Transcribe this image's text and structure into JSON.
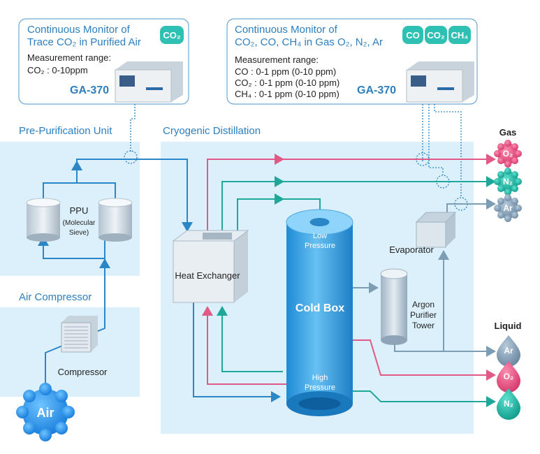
{
  "monitor_left": {
    "title_line1": "Continuous Monitor of",
    "title_line2": "Trace CO₂ in Purified Air",
    "badge": "CO₂",
    "range_label": "Measurement range:",
    "range_line": "CO₂ :  0-10ppm",
    "model": "GA-370"
  },
  "monitor_right": {
    "title_line1": "Continuous Monitor of",
    "title_line2": "CO₂, CO, CH₄ in Gas O₂, N₂, Ar",
    "badges": [
      "CO",
      "CO₂",
      "CH₄"
    ],
    "range_label": "Measurement range:",
    "range_lines": [
      "CO :  0-1 ppm (0-10 ppm)",
      "CO₂ :  0-1 ppm (0-10 ppm)",
      "CH₄ :  0-1 ppm (0-10 ppm)"
    ],
    "model": "GA-370"
  },
  "sections": {
    "pre_purification": "Pre-Purification Unit",
    "cryogenic": "Cryogenic Distillation",
    "air_compressor": "Air Compressor"
  },
  "components": {
    "ppu_line1": "PPU",
    "ppu_line2": "(Molecular",
    "ppu_line3": "Sieve)",
    "compressor": "Compressor",
    "heat_exchanger": "Heat Exchanger",
    "cold_box": "Cold Box",
    "low_pressure_1": "Low",
    "low_pressure_2": "Pressure",
    "high_pressure_1": "High",
    "high_pressure_2": "Pressure",
    "evaporator": "Evaporator",
    "argon_1": "Argon",
    "argon_2": "Purifier",
    "argon_3": "Tower",
    "air": "Air"
  },
  "outputs": {
    "gas_label": "Gas",
    "liquid_label": "Liquid",
    "gas": [
      "O₂",
      "N₂",
      "Ar"
    ],
    "liquid": [
      "Ar",
      "O₂",
      "N₂"
    ]
  },
  "colors": {
    "accent_blue": "#2c7fc0",
    "panel_bg": "#dcf0fb",
    "air_line": "#2a86c4",
    "oxygen_line": "#e05a85",
    "nitrogen_line": "#1fa89a",
    "argon_line": "#7d9db5",
    "badge": "#2fc0b4"
  }
}
